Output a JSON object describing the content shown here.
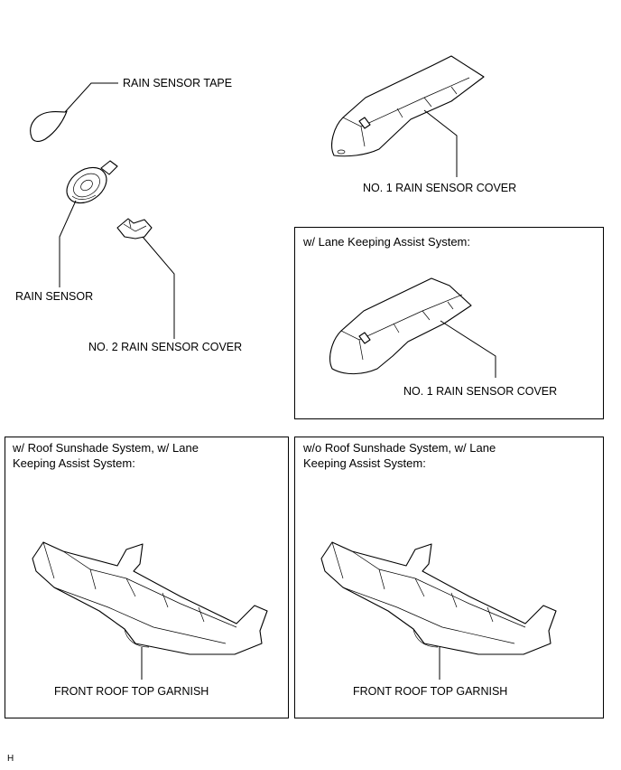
{
  "labels": {
    "rain_sensor_tape": "RAIN SENSOR TAPE",
    "no1_rain_sensor_cover_top": "NO. 1 RAIN SENSOR COVER",
    "rain_sensor": "RAIN SENSOR",
    "no2_rain_sensor_cover": "NO. 2 RAIN SENSOR COVER",
    "no1_rain_sensor_cover_lka": "NO. 1 RAIN SENSOR COVER",
    "front_roof_top_garnish_left": "FRONT ROOF TOP GARNISH",
    "front_roof_top_garnish_right": "FRONT ROOF TOP GARNISH",
    "corner_code": "H"
  },
  "boxes": {
    "lka": "w/ Lane Keeping Assist System:",
    "sunshade": "w/ Roof Sunshade System, w/ Lane\nKeeping Assist System:",
    "no_sunshade": "w/o Roof Sunshade System, w/ Lane\nKeeping Assist System:"
  }
}
